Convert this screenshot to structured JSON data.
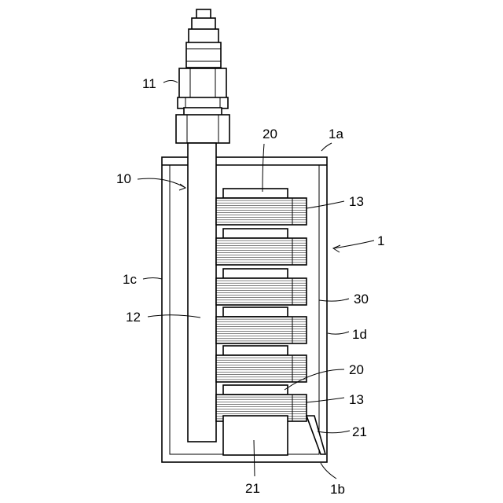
{
  "labels": {
    "cap_top": "1a",
    "container": "1",
    "side_left": "1c",
    "side_right": "1d",
    "bottom": "1b",
    "rod_assembly": "10",
    "fitting": "11",
    "rod": "12",
    "stack_top": "13",
    "stack_bottom": "13",
    "spacer_top": "20",
    "spacer_bottom": "20",
    "support_right": "21",
    "support_bottom": "21",
    "fill": "30"
  }
}
